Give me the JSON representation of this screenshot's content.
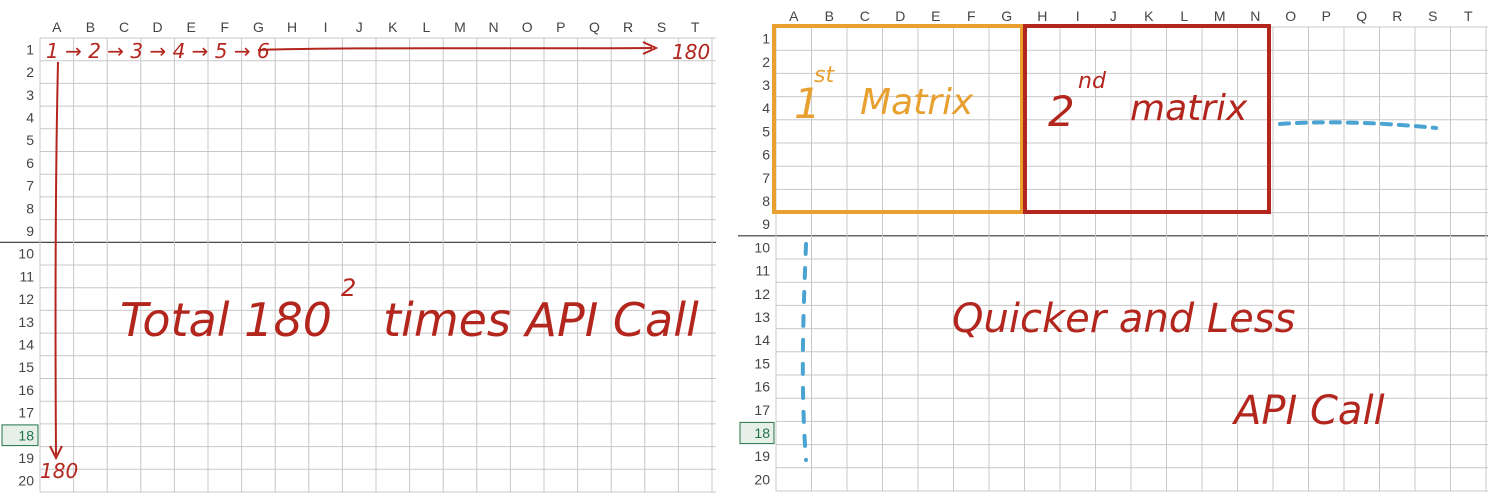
{
  "left": {
    "columns": [
      "A",
      "B",
      "C",
      "D",
      "E",
      "F",
      "G",
      "H",
      "I",
      "J",
      "K",
      "L",
      "M",
      "N",
      "O",
      "P",
      "Q",
      "R",
      "S",
      "T"
    ],
    "rows": [
      "1",
      "2",
      "3",
      "4",
      "5",
      "6",
      "7",
      "8",
      "9",
      "10",
      "11",
      "12",
      "13",
      "14",
      "15",
      "16",
      "17",
      "18",
      "19",
      "20"
    ],
    "selected_row": "18",
    "sequence_start": "1 → 2 → 3 → 4 → 5 → 6",
    "sequence_end": "180",
    "column_end": "180",
    "main_text": "Total 180",
    "superscript": "2",
    "main_text_tail": "times API Call",
    "ink_color": "#b3261e"
  },
  "right": {
    "columns": [
      "A",
      "B",
      "C",
      "D",
      "E",
      "F",
      "G",
      "H",
      "I",
      "J",
      "K",
      "L",
      "M",
      "N",
      "O",
      "P",
      "Q",
      "R",
      "S",
      "T"
    ],
    "rows": [
      "1",
      "2",
      "3",
      "4",
      "5",
      "6",
      "7",
      "8",
      "9",
      "10",
      "11",
      "12",
      "13",
      "14",
      "15",
      "16",
      "17",
      "18",
      "19",
      "20"
    ],
    "selected_row": "18",
    "matrix1_num": "1",
    "matrix1_sup": "st",
    "matrix1_word": "Matrix",
    "matrix2_num": "2",
    "matrix2_sup": "nd",
    "matrix2_word": "matrix",
    "line1": "Quicker and Less",
    "line2": "API Call",
    "orange": "#e8a030",
    "red": "#b3261e",
    "blue": "#4aa3d1"
  }
}
